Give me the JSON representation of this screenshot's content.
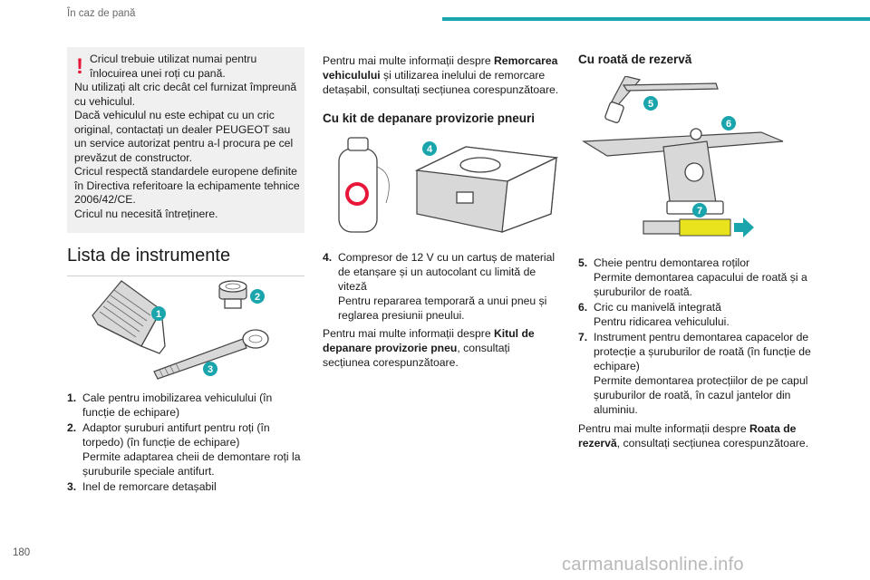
{
  "header": {
    "section": "În caz de pană"
  },
  "page_number": "180",
  "watermark": "carmanualsonline.info",
  "warning": {
    "lines": [
      "Cricul trebuie utilizat numai pentru",
      "înlocuirea unei roți cu pană.",
      "Nu utilizați alt cric decât cel furnizat împreună cu vehiculul.",
      "Dacă vehiculul nu este echipat cu un cric original, contactați un dealer PEUGEOT sau un service autorizat pentru a-l procura pe cel prevăzut de constructor.",
      "Cricul respectă standardele europene definite în Directiva referitoare la echipamente tehnice 2006/42/CE.",
      "Cricul nu necesită întreținere."
    ]
  },
  "tools_title": "Lista de instrumente",
  "tools_figure_labels": [
    "1",
    "2",
    "3"
  ],
  "tools_items": [
    {
      "num": "1.",
      "text": "Cale pentru imobilizarea vehiculului (în funcție de echipare)",
      "detail": ""
    },
    {
      "num": "2.",
      "text": "Adaptor șuruburi antifurt pentru roți (în torpedo) (în funcție de echipare)",
      "detail": "Permite adaptarea cheii de demontare roți la șuruburile speciale antifurt."
    },
    {
      "num": "3.",
      "text": "Inel de remorcare detașabil",
      "detail": ""
    }
  ],
  "towing_note": {
    "pre": "Pentru mai multe informații despre ",
    "bold": "Remorcarea vehiculului",
    "post": " și utilizarea inelului de remorcare detașabil, consultați secțiunea corespunzătoare."
  },
  "kit_title": "Cu kit de depanare provizorie pneuri",
  "kit_figure_label": "4",
  "kit_items": [
    {
      "num": "4.",
      "text": "Compresor de 12 V cu un cartuș de material de etanșare și un autocolant cu limită de viteză",
      "detail": "Pentru repararea temporară a unui pneu și reglarea presiunii pneului."
    }
  ],
  "kit_note": {
    "pre": "Pentru mai multe informații despre ",
    "bold": "Kitul de depanare provizorie pneu",
    "post": ", consultați secțiunea corespunzătoare."
  },
  "spare_title": "Cu roată de rezervă",
  "spare_figure_labels": [
    "5",
    "6",
    "7"
  ],
  "spare_items": [
    {
      "num": "5.",
      "text": "Cheie pentru demontarea roților",
      "detail": "Permite demontarea capacului de roată și a șuruburilor de roată."
    },
    {
      "num": "6.",
      "text": "Cric cu manivelă integrată",
      "detail": "Pentru ridicarea vehiculului."
    },
    {
      "num": "7.",
      "text": "Instrument pentru demontarea capacelor de protecție a șuruburilor de roată (în funcție de echipare)",
      "detail": "Permite demontarea protecțiilor de pe capul șuruburilor de roată, în cazul jantelor din aluminiu."
    }
  ],
  "spare_note": {
    "pre": "Pentru mai multe informații despre ",
    "bold": "Roata de rezervă",
    "post": ", consultați secțiunea corespunzătoare."
  },
  "colors": {
    "accent": "#1aa5ad",
    "warning": "#e8173a",
    "box_bg": "#f0f0f0"
  }
}
